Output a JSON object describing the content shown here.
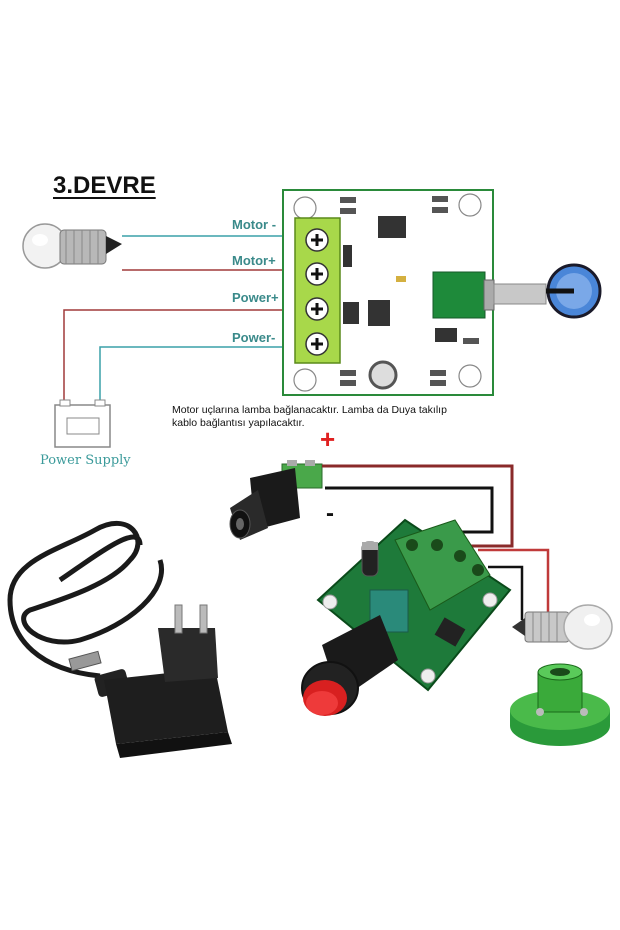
{
  "title": "3.DEVRE",
  "caption_line1": "Motor uçlarına lamba bağlanacaktır. Lamba da Duya takılıp",
  "caption_line2": "kablo bağlantısı yapılacaktır.",
  "terminals": {
    "motor_minus": "Motor -",
    "motor_plus": "Motor+",
    "power_plus": "Power+",
    "power_minus": "Power-"
  },
  "power_supply_label": "Power Supply",
  "plus_sign": "+",
  "minus_sign": "-",
  "colors": {
    "wire_teal": "#3aa0a8",
    "wire_red": "#a03a3a",
    "pcb_green": "#1e8a3a",
    "terminal_green": "#a8d84a",
    "knob_blue": "#4a86d8",
    "plus_red": "#e02020"
  }
}
